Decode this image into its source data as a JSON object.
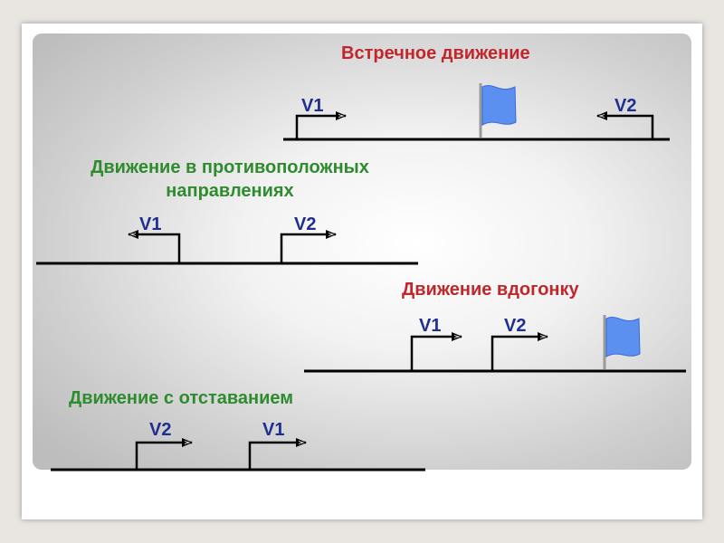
{
  "scenes": {
    "oncoming": {
      "title": "Встречное движение",
      "v_left": "V1",
      "v_right": "V2"
    },
    "opposite": {
      "title_line1": "Движение в противоположных",
      "title_line2": "направлениях",
      "v_left": "V1",
      "v_right": "V2"
    },
    "catching": {
      "title": "Движение вдогонку",
      "v_left": "V1",
      "v_right": "V2"
    },
    "lagging": {
      "title": "Движение с отставанием",
      "v_left": "V2",
      "v_right": "V1"
    }
  },
  "colors": {
    "title_red": "#c0272d",
    "title_green": "#2e8b2e",
    "velocity_label": "#1f2f8f",
    "flag": "#5b8ff0",
    "line": "#000000"
  },
  "icons": [
    "flag-icon",
    "arrow-right-icon",
    "arrow-left-icon"
  ]
}
